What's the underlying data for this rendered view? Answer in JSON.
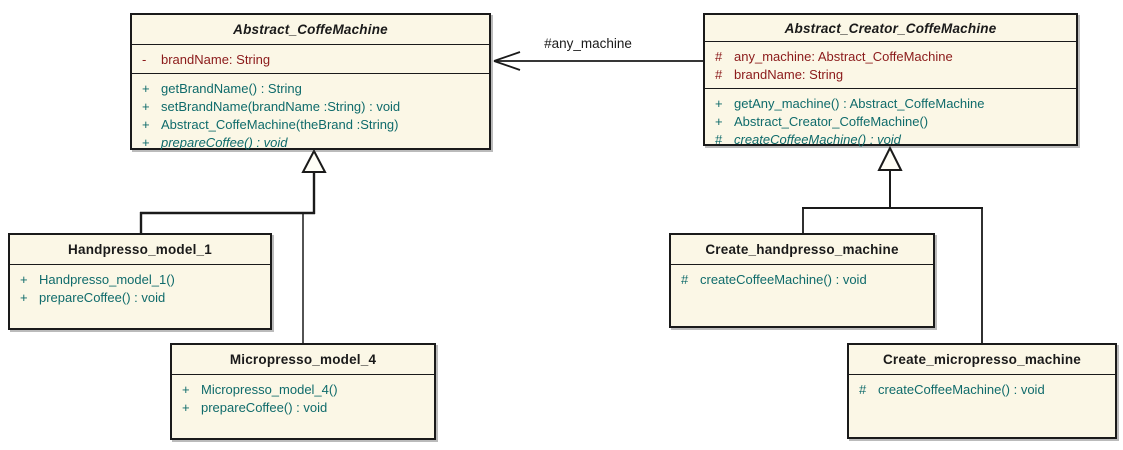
{
  "colors": {
    "box_fill": "#FBF7E6",
    "border": "#1A1A1A",
    "line": "#1A1A1A",
    "title_text": "#1A1A1A",
    "attribute_text": "#8B1A1A",
    "method_text": "#0F6B6B"
  },
  "classes": {
    "abstract_coffemachine": {
      "title": "Abstract_CoffeMachine",
      "attributes": [
        {
          "vis": "-",
          "text": "brandName: String"
        }
      ],
      "methods": [
        {
          "vis": "+",
          "text": "getBrandName() : String"
        },
        {
          "vis": "+",
          "text": "setBrandName(brandName :String) : void"
        },
        {
          "vis": "+",
          "text": "Abstract_CoffeMachine(theBrand :String)"
        },
        {
          "vis": "+",
          "text": "prepareCoffee() : void"
        }
      ]
    },
    "abstract_creator_coffemachine": {
      "title": "Abstract_Creator_CoffeMachine",
      "attributes": [
        {
          "vis": "#",
          "text": "any_machine: Abstract_CoffeMachine"
        },
        {
          "vis": "#",
          "text": "brandName: String"
        }
      ],
      "methods": [
        {
          "vis": "+",
          "text": "getAny_machine() : Abstract_CoffeMachine"
        },
        {
          "vis": "+",
          "text": "Abstract_Creator_CoffeMachine()"
        },
        {
          "vis": "#",
          "text": "createCoffeeMachine() : void"
        }
      ]
    },
    "handpresso_model_1": {
      "title": "Handpresso_model_1",
      "methods": [
        {
          "vis": "+",
          "text": "Handpresso_model_1()"
        },
        {
          "vis": "+",
          "text": "prepareCoffee() : void"
        }
      ]
    },
    "micropresso_model_4": {
      "title": "Micropresso_model_4",
      "methods": [
        {
          "vis": "+",
          "text": "Micropresso_model_4()"
        },
        {
          "vis": "+",
          "text": "prepareCoffee() : void"
        }
      ]
    },
    "create_handpresso_machine": {
      "title": "Create_handpresso_machine",
      "methods": [
        {
          "vis": "#",
          "text": "createCoffeeMachine() : void"
        }
      ]
    },
    "create_micropresso_machine": {
      "title": "Create_micropresso_machine",
      "methods": [
        {
          "vis": "#",
          "text": "createCoffeeMachine() : void"
        }
      ]
    }
  },
  "association": {
    "label": "#any_machine"
  }
}
